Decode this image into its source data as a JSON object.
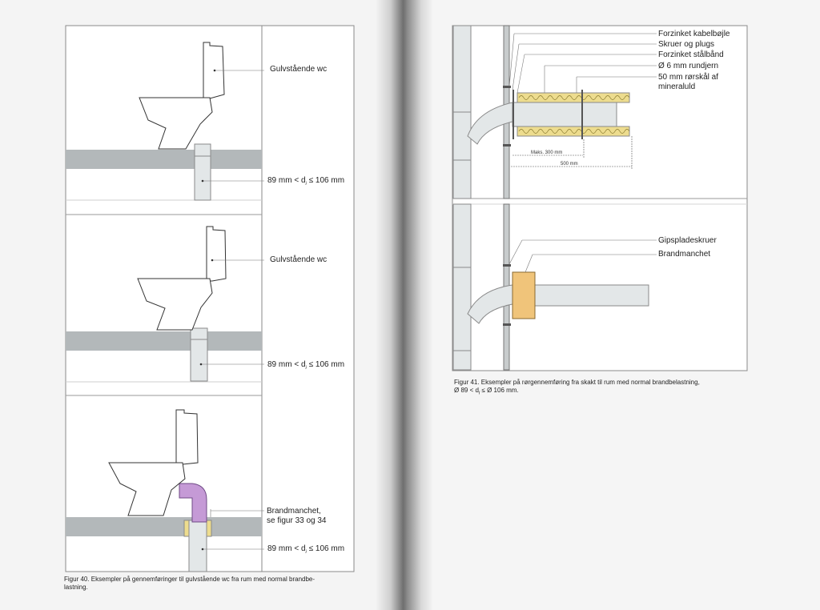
{
  "figure40": {
    "labels": {
      "wc_top": "Gulvstående wc",
      "measure_top": "89 mm < d",
      "measure_top_tail": " ≤ 106 mm",
      "wc_mid": "Gulvstående wc",
      "measure_mid": "89 mm < d",
      "measure_mid_tail": " ≤ 106 mm",
      "brandmanchet_1": "Brandmanchet,",
      "brandmanchet_2": "se figur 33 og 34",
      "measure_bot": "89 mm < d",
      "measure_bot_tail": " ≤ 106 mm",
      "subscript": "i"
    },
    "caption_line1": "Figur 40. Eksempler på gennemføringer til gulvstående wc fra rum med normal brandbe-",
    "caption_line2": "lastning."
  },
  "figure41": {
    "labels": {
      "l1": "Forzinket kabelbøjle",
      "l2": "Skruer og plugs",
      "l3": "Forzinket stålbånd",
      "l4": "Ø 6 mm rundjern",
      "l5": "50 mm rørskål af",
      "l6": "mineraluld",
      "dim1": "Maks. 300 mm",
      "dim2": "500 mm",
      "l7": "Gipspladeskruer",
      "l8": "Brandmanchet"
    },
    "caption_line1": "Figur 41. Eksempler på rørgennemføring fra skakt til rum med normal brandbelastning,",
    "caption_line2_a": "Ø 89 < d",
    "caption_line2_b": " ≤ Ø 106 mm.",
    "subscript": "i"
  },
  "colors": {
    "slab": "#b3b8ba",
    "pipe": "#e3e7e8",
    "insulation": "#eddc8e",
    "manchet": "#f0c47a",
    "purple": "#c59ad6"
  }
}
